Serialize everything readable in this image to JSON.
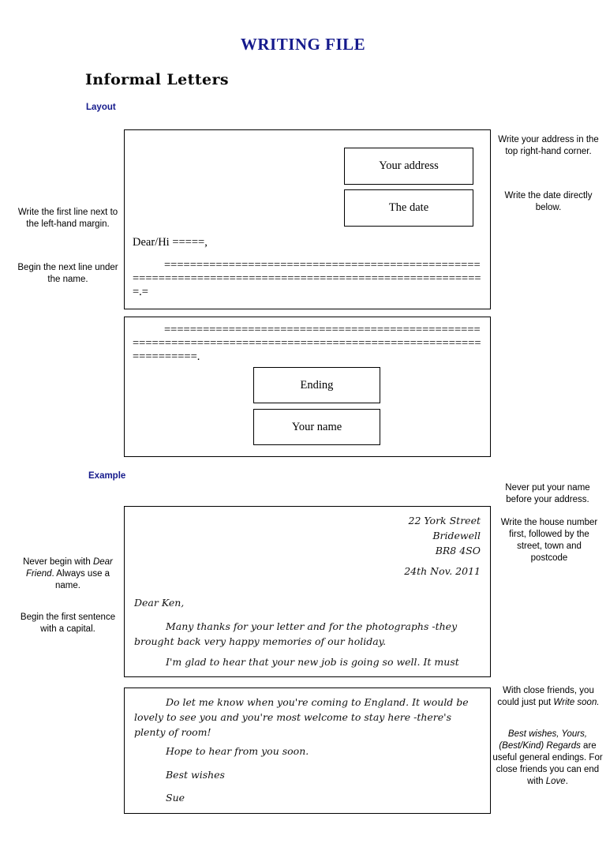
{
  "document": {
    "title": "WRITING FILE",
    "section_heading": "Informal Letters"
  },
  "layout_section": {
    "label": "Layout",
    "box1": {
      "address_placeholder": "Your address",
      "date_placeholder": "The date",
      "salutation": "Dear/Hi =====,",
      "body_lines": "========================================================================================================.="
    },
    "box2": {
      "body_lines": "=================================================================================================================.",
      "ending_placeholder": "Ending",
      "name_placeholder": "Your name"
    },
    "notes": {
      "left_1": "Write the first line next to the left-hand margin.",
      "left_2": "Begin the next line under the name.",
      "right_1": "Write your address in the top right-hand corner.",
      "right_2": "Write the date directly below."
    }
  },
  "example_section": {
    "label": "Example",
    "letter_part1": {
      "address": "22 York Street\nBridewell\nBR8 4SO",
      "date": "24th Nov. 2011",
      "salutation": "Dear Ken,",
      "paragraph_1": "Many thanks for your letter and for the photographs -they brought back very happy memories of our holiday.",
      "paragraph_2": "I'm glad to hear that your new job is going so well. It must"
    },
    "letter_part2": {
      "paragraph_1": "Do let me know when you're coming to England. It would be lovely to see you and you're most welcome to stay here -there's plenty of room!",
      "paragraph_2": "Hope to hear from you soon.",
      "closing": "Best wishes",
      "signature": "Sue"
    },
    "notes": {
      "left_3_a": "Never begin with ",
      "left_3_b": "Dear Friend",
      "left_3_c": ". Always use a name.",
      "left_4": "Begin the first sentence with a capital.",
      "right_3": "Never put your name before your address.",
      "right_4": "Write the house number first, followed by the street, town and postcode",
      "right_5_a": "With close friends, you could just put ",
      "right_5_b": "Write soon.",
      "right_6_a": "Best wishes, Yours, (Best/Kind) Regards",
      "right_6_b": " are useful general endings. For close friends you can end with ",
      "right_6_c": "Love",
      "right_6_d": "."
    }
  },
  "colors": {
    "title_navy": "#151a8c",
    "heading_black": "#0a0a0a",
    "border_black": "#000000",
    "page_background": "#ffffff"
  }
}
